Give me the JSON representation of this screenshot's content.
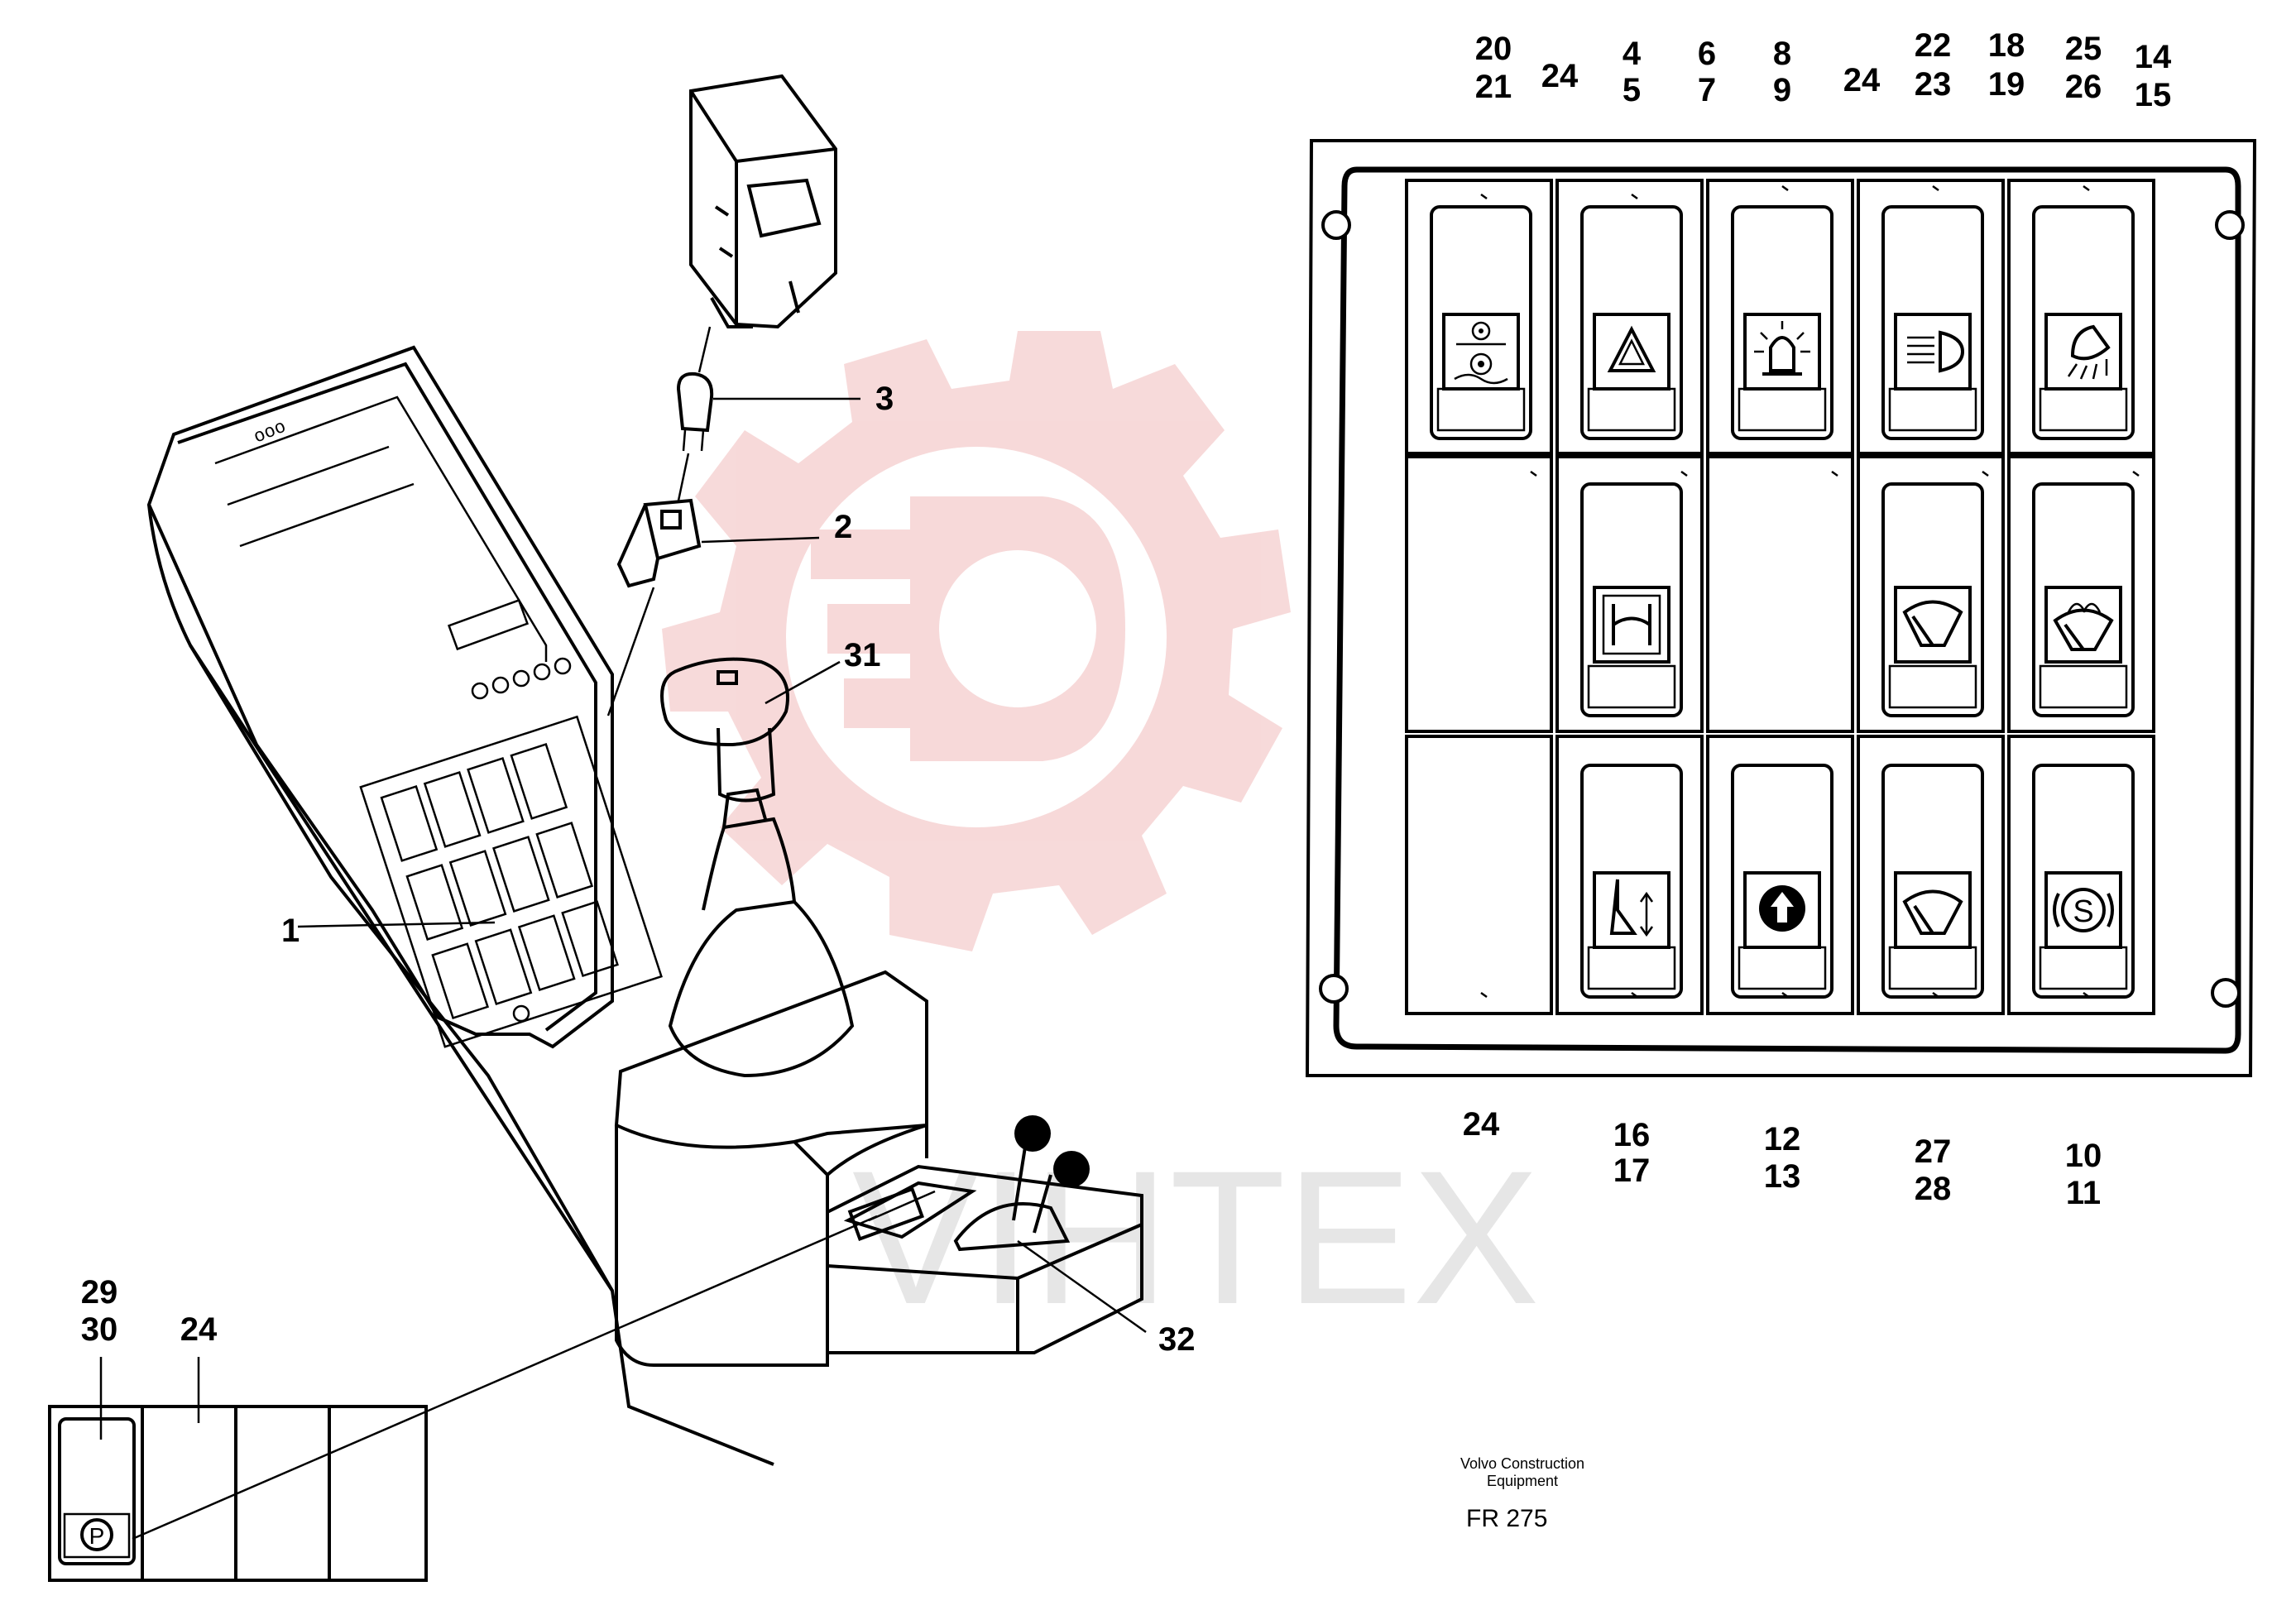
{
  "footer": {
    "company_line1": "Volvo Construction",
    "company_line2": "Equipment",
    "code": "FR 275"
  },
  "watermark": "VIHTEX",
  "labels": {
    "top": [
      {
        "id": "c1a",
        "text": "20"
      },
      {
        "id": "c1b",
        "text": "21"
      },
      {
        "id": "c1c",
        "text": "24"
      },
      {
        "id": "c2a",
        "text": "4"
      },
      {
        "id": "c2b",
        "text": "5"
      },
      {
        "id": "c2c",
        "text": "6"
      },
      {
        "id": "c2d",
        "text": "7"
      },
      {
        "id": "c3a",
        "text": "8"
      },
      {
        "id": "c3b",
        "text": "9"
      },
      {
        "id": "c3c",
        "text": "24"
      },
      {
        "id": "c4a",
        "text": "22"
      },
      {
        "id": "c4b",
        "text": "23"
      },
      {
        "id": "c4c",
        "text": "18"
      },
      {
        "id": "c4d",
        "text": "19"
      },
      {
        "id": "c5a",
        "text": "25"
      },
      {
        "id": "c5b",
        "text": "26"
      },
      {
        "id": "c5c",
        "text": "14"
      },
      {
        "id": "c5d",
        "text": "15"
      }
    ],
    "bottom": [
      {
        "id": "b1",
        "text": "24"
      },
      {
        "id": "b2a",
        "text": "16"
      },
      {
        "id": "b2b",
        "text": "17"
      },
      {
        "id": "b3a",
        "text": "12"
      },
      {
        "id": "b3b",
        "text": "13"
      },
      {
        "id": "b4a",
        "text": "27"
      },
      {
        "id": "b4b",
        "text": "28"
      },
      {
        "id": "b5a",
        "text": "10"
      },
      {
        "id": "b5b",
        "text": "11"
      }
    ],
    "left": [
      {
        "id": "l3",
        "text": "3"
      },
      {
        "id": "l2",
        "text": "2"
      },
      {
        "id": "l31",
        "text": "31"
      },
      {
        "id": "l1",
        "text": "1"
      },
      {
        "id": "l32",
        "text": "32"
      },
      {
        "id": "l29",
        "text": "29"
      },
      {
        "id": "l30",
        "text": "30"
      },
      {
        "id": "l24",
        "text": "24"
      }
    ]
  },
  "icons": {
    "r1": [
      "rotating-beacon-reels-icon",
      "hazard-warning-icon",
      "beacon-light-icon",
      "headlight-icon",
      "work-light-icon"
    ],
    "r2": [
      "differential-lock-icon",
      "rear-wiper-icon",
      "washer-icon"
    ],
    "r3": [
      "seat-adjust-icon",
      "float-arrow-icon",
      "front-wiper-icon",
      "service-brake-s-icon"
    ],
    "parking": "parking-brake-p-icon",
    "parking_text": "P",
    "service_text": "S"
  },
  "colors": {
    "line": "#000000",
    "watermark_red": "#f4c7c7",
    "watermark_grey": "#d6d6d6"
  }
}
